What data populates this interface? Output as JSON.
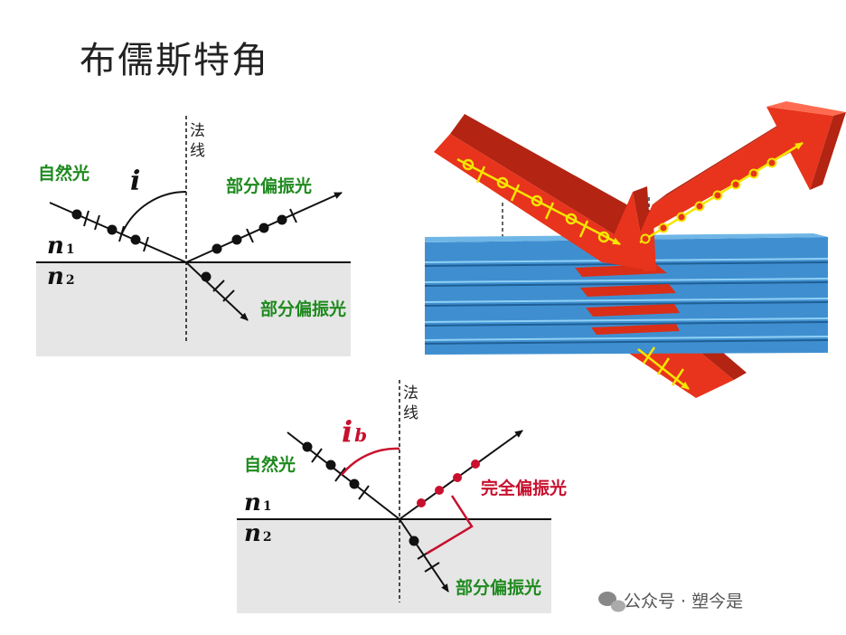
{
  "title": "布儒斯特角",
  "diagram1": {
    "normal_label": "法线",
    "incident_label": "自然光",
    "angle_symbol": "i",
    "reflected_label": "部分偏振光",
    "refracted_label": "部分偏振光",
    "medium1": "n",
    "medium1_sub": "1",
    "medium2": "n",
    "medium2_sub": "2"
  },
  "diagram2": {
    "normal_label": "法线",
    "incident_label": "自然光",
    "angle_symbol": "i",
    "angle_sub": "b",
    "reflected_label": "完全偏振光",
    "refracted_label": "部分偏振光",
    "medium1": "n",
    "medium1_sub": "1",
    "medium2": "n",
    "medium2_sub": "2"
  },
  "watermark": "公众号 · 塑今是",
  "colors": {
    "green": "#1f8a1f",
    "red": "#c8102e",
    "beam": "#e8341c",
    "plate": "#3f8fd0",
    "polarization": "#f5e600"
  }
}
